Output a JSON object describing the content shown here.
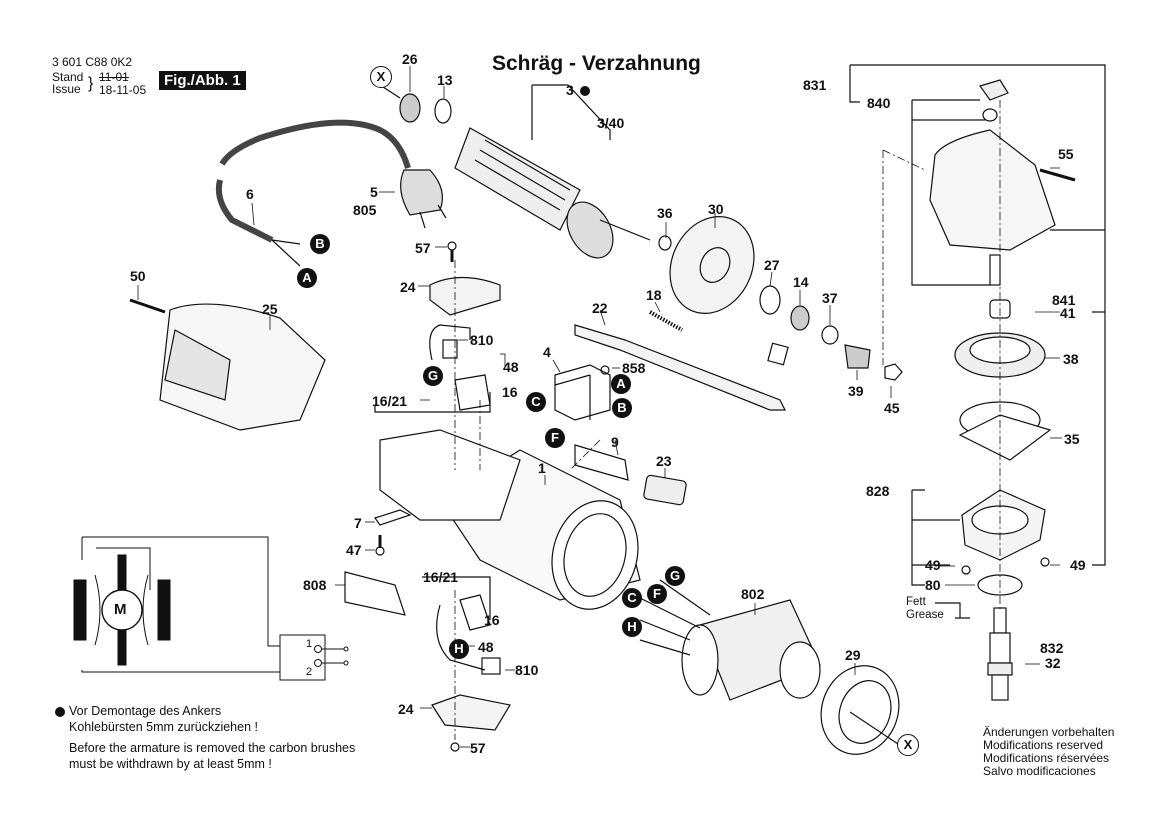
{
  "header": {
    "part_number": "3 601 C88 0K2",
    "stand_label": "Stand",
    "issue_label": "Issue",
    "old_date": "11-01",
    "issue_date": "18-11-05",
    "figure_label": "Fig./Abb. 1"
  },
  "title": "Schräg - Verzahnung",
  "part_labels": {
    "p1": "1",
    "p3": "3",
    "p3_40": "3/40",
    "p4": "4",
    "p5": "5",
    "p805": "805",
    "p6": "6",
    "p7": "7",
    "p9": "9",
    "p13": "13",
    "p14": "14",
    "p16a": "16",
    "p16b": "16",
    "p16_21a": "16/21",
    "p16_21b": "16/21",
    "p18": "18",
    "p22": "22",
    "p23": "23",
    "p24a": "24",
    "p24b": "24",
    "p25": "25",
    "p26": "26",
    "p27": "27",
    "p29": "29",
    "p30": "30",
    "p32": "32",
    "p832": "832",
    "p35": "35",
    "p36": "36",
    "p37": "37",
    "p38": "38",
    "p39": "39",
    "p41": "41",
    "p841": "841",
    "p45": "45",
    "p47": "47",
    "p48a": "48",
    "p48b": "48",
    "p49a": "49",
    "p49b": "49",
    "p50": "50",
    "p55": "55",
    "p57a": "57",
    "p57b": "57",
    "p80": "80",
    "p802": "802",
    "p808": "808",
    "p810a": "810",
    "p810b": "810",
    "p828": "828",
    "p831": "831",
    "p840": "840",
    "p858": "858"
  },
  "connectors": {
    "A": "A",
    "B": "B",
    "C": "C",
    "F": "F",
    "G": "G",
    "H": "H",
    "X": "X"
  },
  "wiring": {
    "motor_label": "M",
    "switch_pos_1": "1",
    "switch_pos_2": "2"
  },
  "grease": {
    "de": "Fett",
    "en": "Grease"
  },
  "notes": {
    "de_line1": "Vor Demontage des Ankers",
    "de_line2": "Kohlebürsten 5mm zurückziehen !",
    "en_line1": "Before the armature is removed the carbon brushes",
    "en_line2": "must be withdrawn by at least 5mm !"
  },
  "modifications": [
    "Änderungen vorbehalten",
    "Modifications reserved",
    "Modifications réservées",
    "Salvo modificaciones"
  ]
}
